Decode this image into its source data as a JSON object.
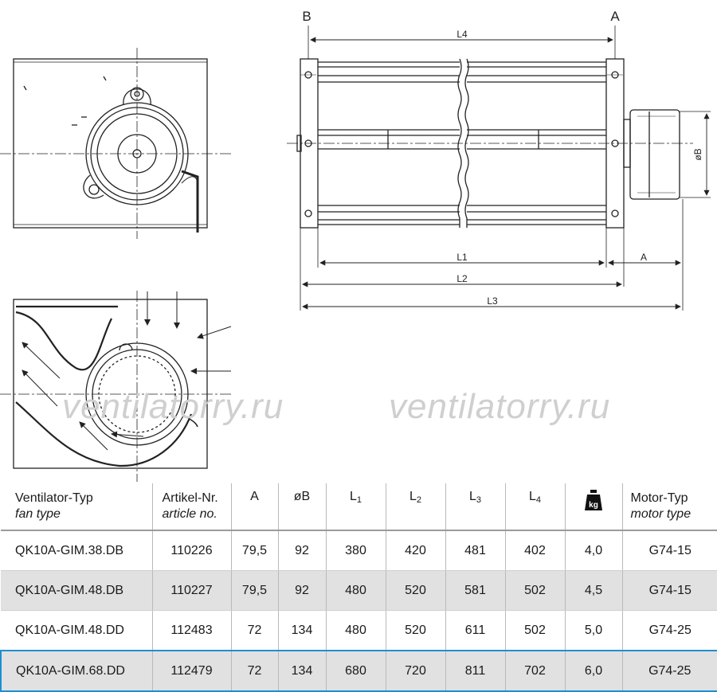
{
  "drawing": {
    "label_B": "B",
    "label_A": "A",
    "dim_L4": "L4",
    "dim_L1": "L1",
    "dim_L2": "L2",
    "dim_L3": "L3",
    "dim_A": "A",
    "dim_B": "øB"
  },
  "watermark": "ventilatorry.ru",
  "table": {
    "headers": {
      "fan_type_de": "Ventilator-Typ",
      "fan_type_en": "fan type",
      "article_de": "Artikel-Nr.",
      "article_en": "article no.",
      "A": "A",
      "B": "øB",
      "L1": "L",
      "L1_sub": "1",
      "L2": "L",
      "L2_sub": "2",
      "L3": "L",
      "L3_sub": "3",
      "L4": "L",
      "L4_sub": "4",
      "kg_icon_text": "kg",
      "motor_de": "Motor-Typ",
      "motor_en": "motor type"
    },
    "rows": [
      {
        "type": "QK10A-GIM.38.DB",
        "article": "110226",
        "A": "79,5",
        "B": "92",
        "L1": "380",
        "L2": "420",
        "L3": "481",
        "L4": "402",
        "kg": "4,0",
        "motor": "G74-15"
      },
      {
        "type": "QK10A-GIM.48.DB",
        "article": "110227",
        "A": "79,5",
        "B": "92",
        "L1": "480",
        "L2": "520",
        "L3": "581",
        "L4": "502",
        "kg": "4,5",
        "motor": "G74-15"
      },
      {
        "type": "QK10A-GIM.48.DD",
        "article": "112483",
        "A": "72",
        "B": "134",
        "L1": "480",
        "L2": "520",
        "L3": "611",
        "L4": "502",
        "kg": "5,0",
        "motor": "G74-25"
      },
      {
        "type": "QK10A-GIM.68.DD",
        "article": "112479",
        "A": "72",
        "B": "134",
        "L1": "680",
        "L2": "720",
        "L3": "811",
        "L4": "702",
        "kg": "6,0",
        "motor": "G74-25"
      }
    ],
    "colors": {
      "shaded_row": "#e1e1e1",
      "selected_border": "#1c8fd3"
    }
  }
}
